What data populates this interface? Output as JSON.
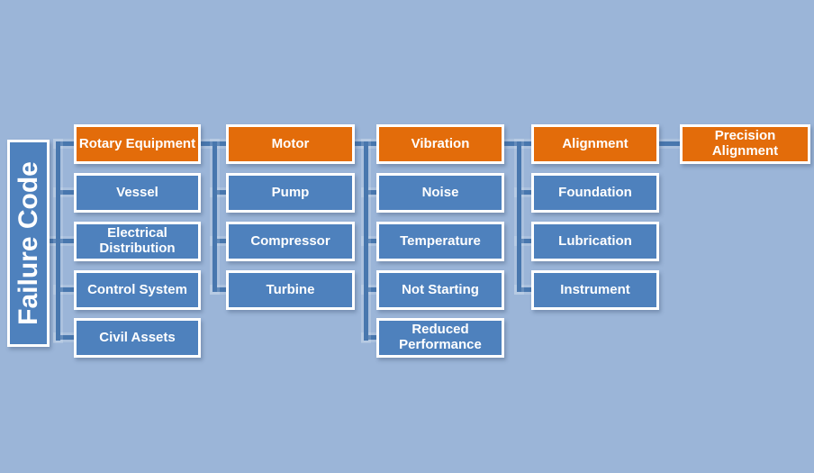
{
  "colors": {
    "background": "#9BB5D8",
    "node_blue": "#4E81BD",
    "node_orange": "#E36C0A",
    "connector": "#4877AE",
    "node_border": "#FFFFFF",
    "label_text": "#FFFFFF"
  },
  "root": {
    "label": "Failure Code",
    "highlighted": false
  },
  "columns": [
    {
      "items": [
        {
          "label": "Rotary Equipment",
          "highlighted": true
        },
        {
          "label": "Vessel",
          "highlighted": false
        },
        {
          "label": "Electrical Distribution",
          "highlighted": false
        },
        {
          "label": "Control System",
          "highlighted": false
        },
        {
          "label": "Civil Assets",
          "highlighted": false
        }
      ]
    },
    {
      "items": [
        {
          "label": "Motor",
          "highlighted": true
        },
        {
          "label": "Pump",
          "highlighted": false
        },
        {
          "label": "Compressor",
          "highlighted": false
        },
        {
          "label": "Turbine",
          "highlighted": false
        }
      ]
    },
    {
      "items": [
        {
          "label": "Vibration",
          "highlighted": true
        },
        {
          "label": "Noise",
          "highlighted": false
        },
        {
          "label": "Temperature",
          "highlighted": false
        },
        {
          "label": "Not Starting",
          "highlighted": false
        },
        {
          "label": "Reduced Performance",
          "highlighted": false
        }
      ]
    },
    {
      "items": [
        {
          "label": "Alignment",
          "highlighted": true
        },
        {
          "label": "Foundation",
          "highlighted": false
        },
        {
          "label": "Lubrication",
          "highlighted": false
        },
        {
          "label": "Instrument",
          "highlighted": false
        }
      ]
    },
    {
      "items": [
        {
          "label": "Precision Alignment",
          "highlighted": true
        }
      ]
    }
  ]
}
